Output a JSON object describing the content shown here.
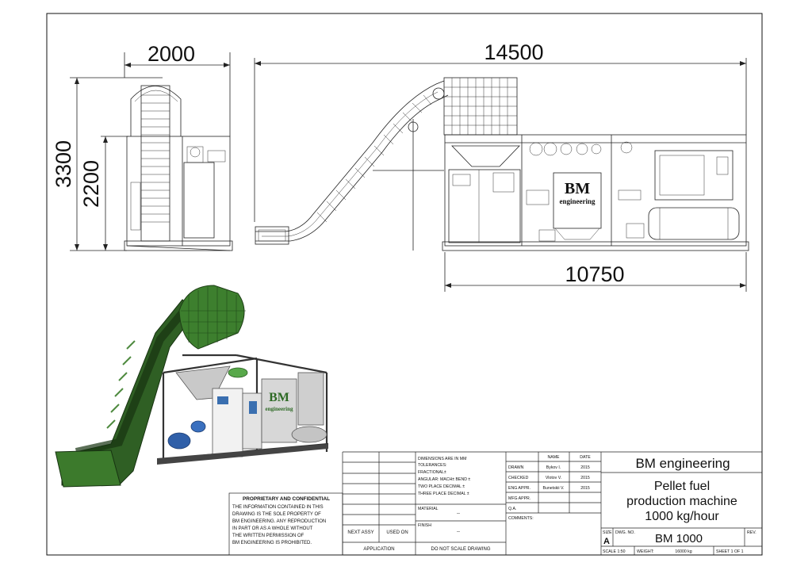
{
  "dimensions": {
    "width_front": "2000",
    "height_total": "3300",
    "height_frame": "2200",
    "length_total": "14500",
    "length_frame": "10750"
  },
  "logo": {
    "line1": "BM",
    "line2": "engineering"
  },
  "notice": {
    "title": "PROPRIETARY AND CONFIDENTIAL",
    "lines": [
      "THE INFORMATION CONTAINED IN THIS",
      "DRAWING IS THE SOLE PROPERTY OF",
      "BM ENGINEERING. ANY REPRODUCTION",
      "IN  PART OR AS A WHOLE WITHOUT",
      "THE WRITTEN PERMISSION OF",
      "BM ENGINEERING IS PROHIBITED."
    ]
  },
  "title_block": {
    "tolerances": {
      "l1": "DIMENSIONS ARE IN MM",
      "l2": "TOLERANCES:",
      "l3": "FRACTIONAL±",
      "l4": "ANGULAR: MACH±    BEND ±",
      "l5": "TWO PLACE DECIMAL    ±",
      "l6": "THREE PLACE DECIMAL  ±"
    },
    "material_label": "MATERIAL",
    "material_value": "--",
    "finish_label": "FINISH",
    "finish_value": "--",
    "next_assy": "NEXT ASSY",
    "used_on": "USED ON",
    "application": "APPLICATION",
    "do_not_scale": "DO  NOT  SCALE  DRAWING",
    "name_header": "NAME",
    "date_header": "DATE",
    "rows": [
      {
        "role": "DRAWN",
        "name": "Bykov I.",
        "date": "2015"
      },
      {
        "role": "CHECKED",
        "name": "Vlotov V.",
        "date": "2015"
      },
      {
        "role": "ENG APPR.",
        "name": "Bunetskii V.",
        "date": "2015"
      },
      {
        "role": "MFG APPR.",
        "name": "",
        "date": ""
      },
      {
        "role": "Q.A.",
        "name": "",
        "date": ""
      }
    ],
    "comments": "COMMENTS:",
    "company": "BM engineering",
    "title": [
      "Pellet fuel",
      "production machine",
      "1000 kg/hour"
    ],
    "size_label": "SIZE",
    "size_value": "A",
    "dwg_no_label": "DWG.  NO.",
    "dwg_no": "BM 1000",
    "rev_label": "REV.",
    "scale": "SCALE 1:50",
    "weight_label": "WEIGHT:",
    "weight": "16000 kg",
    "sheet": "SHEET 1 OF 1"
  }
}
